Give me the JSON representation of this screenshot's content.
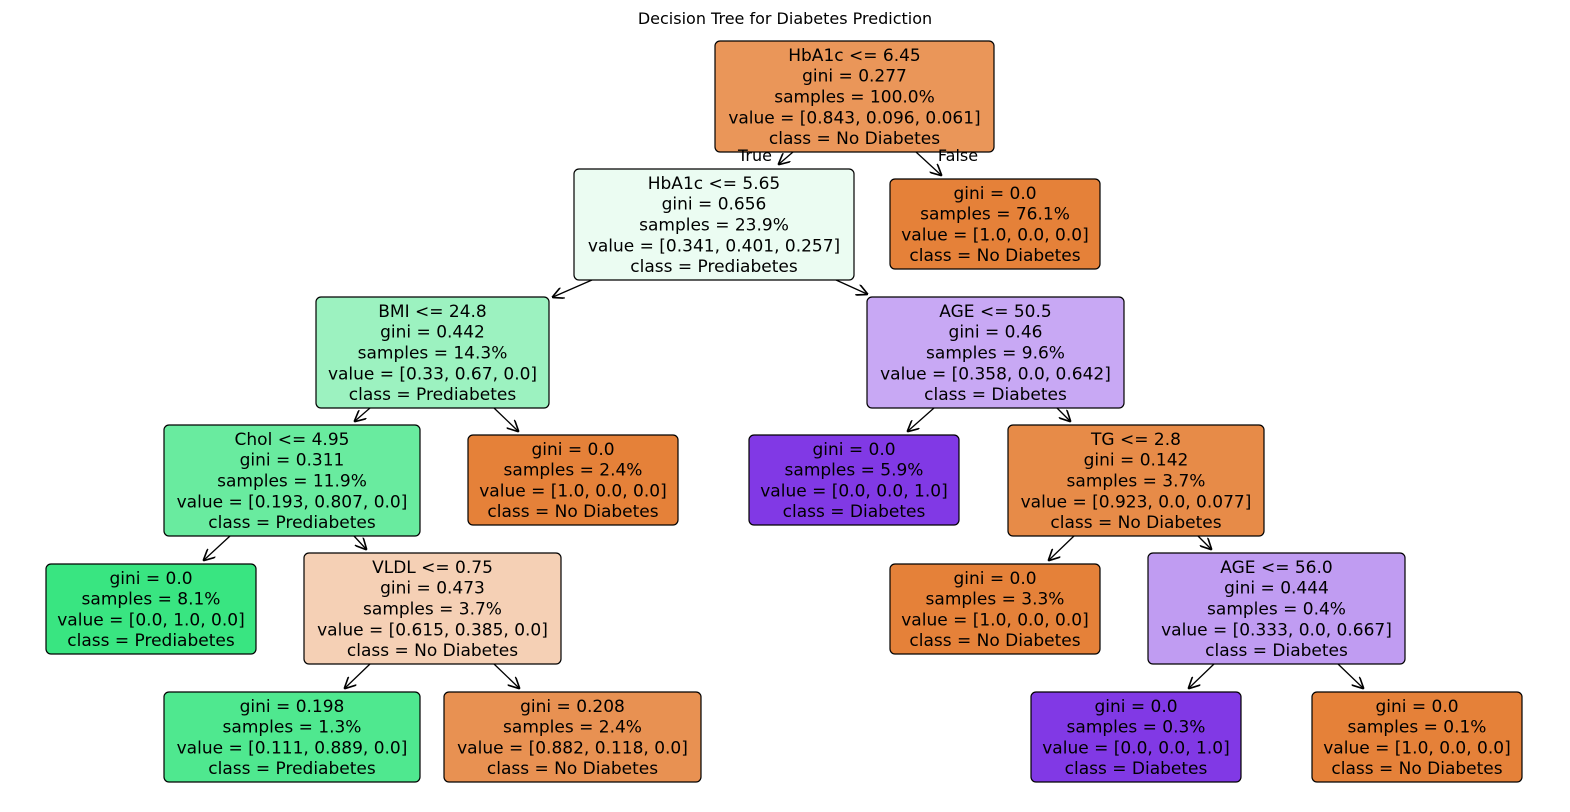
{
  "title": "Decision Tree for Diabetes Prediction",
  "edge_labels": {
    "true": "True",
    "false": "False"
  },
  "colors": {
    "orange_strong": "#e58139",
    "orange_mid": "#e99457",
    "orange_light": "#e88f4f",
    "peach": "#f5d0b5",
    "mint_pale": "#ebfcf2",
    "green_light": "#9cf2c0",
    "green_mid": "#69eb9f",
    "green_strong": "#39e581",
    "green_mid2": "#4fe88f",
    "purple_strong": "#8139e5",
    "purple_light": "#c8a8f4",
    "purple_mid": "#c09cf2"
  },
  "nodes": [
    {
      "id": "root",
      "lines": [
        "HbA1c <= 6.45",
        "gini = 0.277",
        "samples = 100.0%",
        "value = [0.843, 0.096, 0.061]",
        "class = No Diabetes"
      ],
      "fill": "#ea9659"
    },
    {
      "id": "n1",
      "lines": [
        "HbA1c <= 5.65",
        "gini = 0.656",
        "samples = 23.9%",
        "value = [0.341, 0.401, 0.257]",
        "class = Prediabetes"
      ],
      "fill": "#ebfcf2"
    },
    {
      "id": "n2",
      "lines": [
        "gini = 0.0",
        "samples = 76.1%",
        "value = [1.0, 0.0, 0.0]",
        "class = No Diabetes"
      ],
      "fill": "#e58139"
    },
    {
      "id": "n3",
      "lines": [
        "BMI <= 24.8",
        "gini = 0.442",
        "samples = 14.3%",
        "value = [0.33, 0.67, 0.0]",
        "class = Prediabetes"
      ],
      "fill": "#9cf2c0"
    },
    {
      "id": "n4",
      "lines": [
        "AGE <= 50.5",
        "gini = 0.46",
        "samples = 9.6%",
        "value = [0.358, 0.0, 0.642]",
        "class = Diabetes"
      ],
      "fill": "#c8a8f4"
    },
    {
      "id": "n5",
      "lines": [
        "Chol <= 4.95",
        "gini = 0.311",
        "samples = 11.9%",
        "value = [0.193, 0.807, 0.0]",
        "class = Prediabetes"
      ],
      "fill": "#69eb9f"
    },
    {
      "id": "n6",
      "lines": [
        "gini = 0.0",
        "samples = 2.4%",
        "value = [1.0, 0.0, 0.0]",
        "class = No Diabetes"
      ],
      "fill": "#e58139"
    },
    {
      "id": "n7",
      "lines": [
        "gini = 0.0",
        "samples = 5.9%",
        "value = [0.0, 0.0, 1.0]",
        "class = Diabetes"
      ],
      "fill": "#8139e5"
    },
    {
      "id": "n8",
      "lines": [
        "TG <= 2.8",
        "gini = 0.142",
        "samples = 3.7%",
        "value = [0.923, 0.0, 0.077]",
        "class = No Diabetes"
      ],
      "fill": "#e78b48"
    },
    {
      "id": "n9",
      "lines": [
        "gini = 0.0",
        "samples = 8.1%",
        "value = [0.0, 1.0, 0.0]",
        "class = Prediabetes"
      ],
      "fill": "#39e581"
    },
    {
      "id": "n10",
      "lines": [
        "VLDL <= 0.75",
        "gini = 0.473",
        "samples = 3.7%",
        "value = [0.615, 0.385, 0.0]",
        "class = No Diabetes"
      ],
      "fill": "#f5d0b5"
    },
    {
      "id": "n11",
      "lines": [
        "gini = 0.0",
        "samples = 3.3%",
        "value = [1.0, 0.0, 0.0]",
        "class = No Diabetes"
      ],
      "fill": "#e58139"
    },
    {
      "id": "n12",
      "lines": [
        "AGE <= 56.0",
        "gini = 0.444",
        "samples = 0.4%",
        "value = [0.333, 0.0, 0.667]",
        "class = Diabetes"
      ],
      "fill": "#c09cf2"
    },
    {
      "id": "n13",
      "lines": [
        "gini = 0.198",
        "samples = 1.3%",
        "value = [0.111, 0.889, 0.0]",
        "class = Prediabetes"
      ],
      "fill": "#4fe88f"
    },
    {
      "id": "n14",
      "lines": [
        "gini = 0.208",
        "samples = 2.4%",
        "value = [0.882, 0.118, 0.0]",
        "class = No Diabetes"
      ],
      "fill": "#e89152"
    },
    {
      "id": "n15",
      "lines": [
        "gini = 0.0",
        "samples = 0.3%",
        "value = [0.0, 0.0, 1.0]",
        "class = Diabetes"
      ],
      "fill": "#8139e5"
    },
    {
      "id": "n16",
      "lines": [
        "gini = 0.0",
        "samples = 0.1%",
        "value = [1.0, 0.0, 0.0]",
        "class = No Diabetes"
      ],
      "fill": "#e58139"
    }
  ],
  "edges": [
    [
      "root",
      "n1"
    ],
    [
      "root",
      "n2"
    ],
    [
      "n1",
      "n3"
    ],
    [
      "n1",
      "n4"
    ],
    [
      "n3",
      "n5"
    ],
    [
      "n3",
      "n6"
    ],
    [
      "n4",
      "n7"
    ],
    [
      "n4",
      "n8"
    ],
    [
      "n5",
      "n9"
    ],
    [
      "n5",
      "n10"
    ],
    [
      "n8",
      "n11"
    ],
    [
      "n8",
      "n12"
    ],
    [
      "n10",
      "n13"
    ],
    [
      "n10",
      "n14"
    ],
    [
      "n12",
      "n15"
    ],
    [
      "n12",
      "n16"
    ]
  ]
}
